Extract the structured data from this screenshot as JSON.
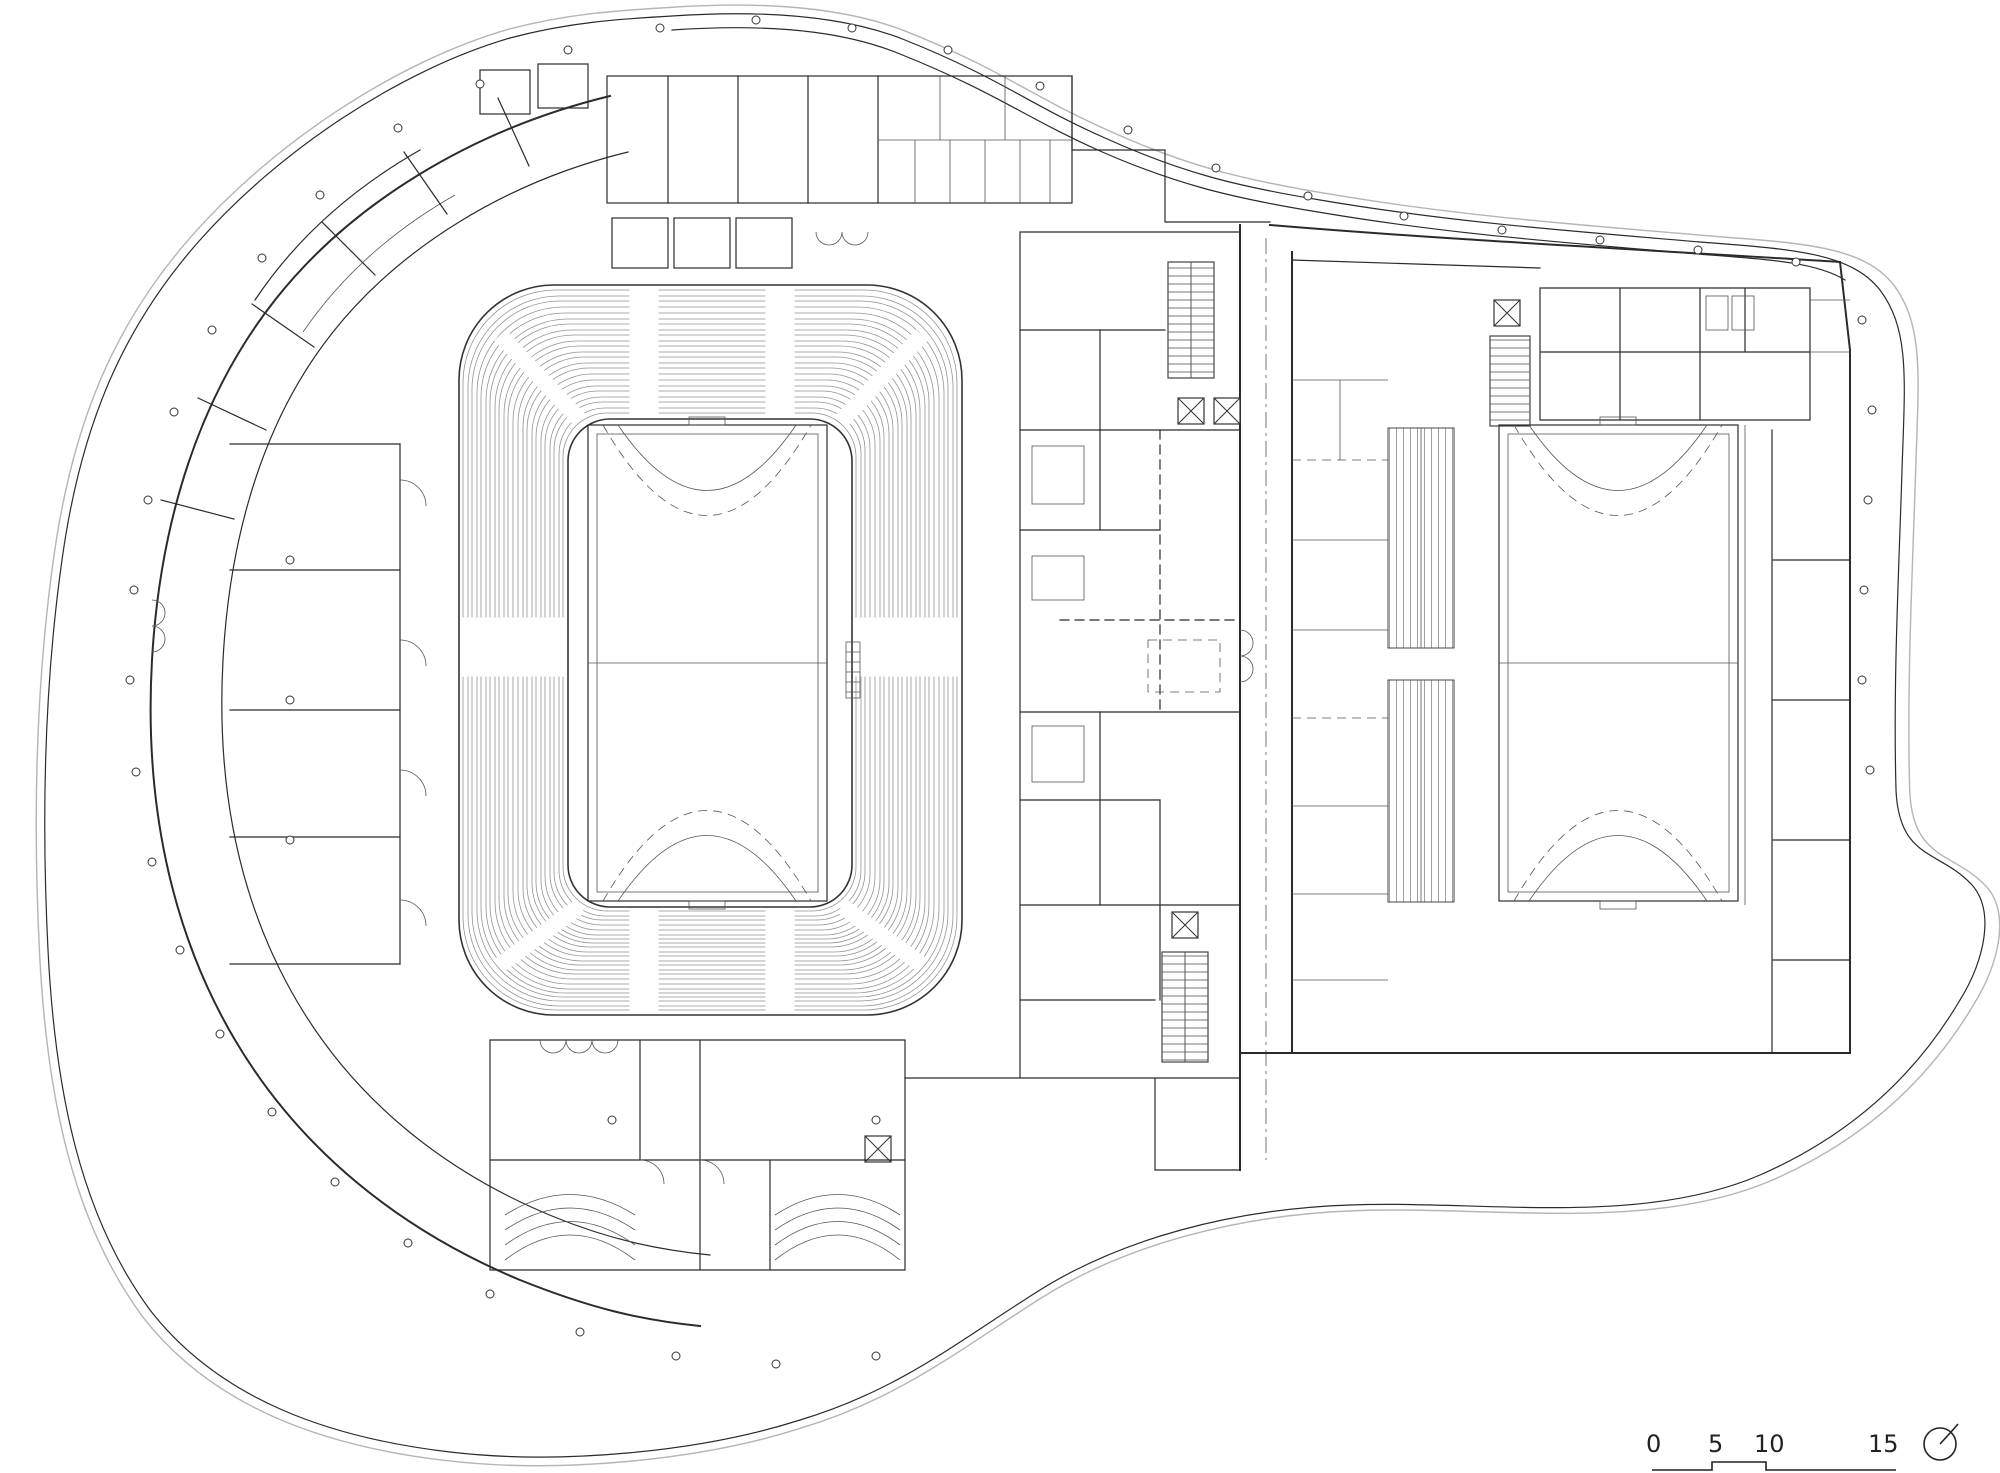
{
  "drawing": {
    "kind": "sports-arena-floor-plan",
    "scale_bar": {
      "label_0": "0",
      "label_5": "5",
      "label_10": "10",
      "label_15": "15"
    },
    "icons": {
      "north_arrow": "compass-circle-with-needle",
      "elevator": "crossed-box",
      "stair": "parallel-treads",
      "door": "quarter-circle-swing",
      "column": "small-circle"
    },
    "colors": {
      "ink": "#222222",
      "wall": "#2b2b2b",
      "seat_line": "#949494",
      "light_line": "#b5b5b5",
      "background": "#ffffff"
    }
  }
}
